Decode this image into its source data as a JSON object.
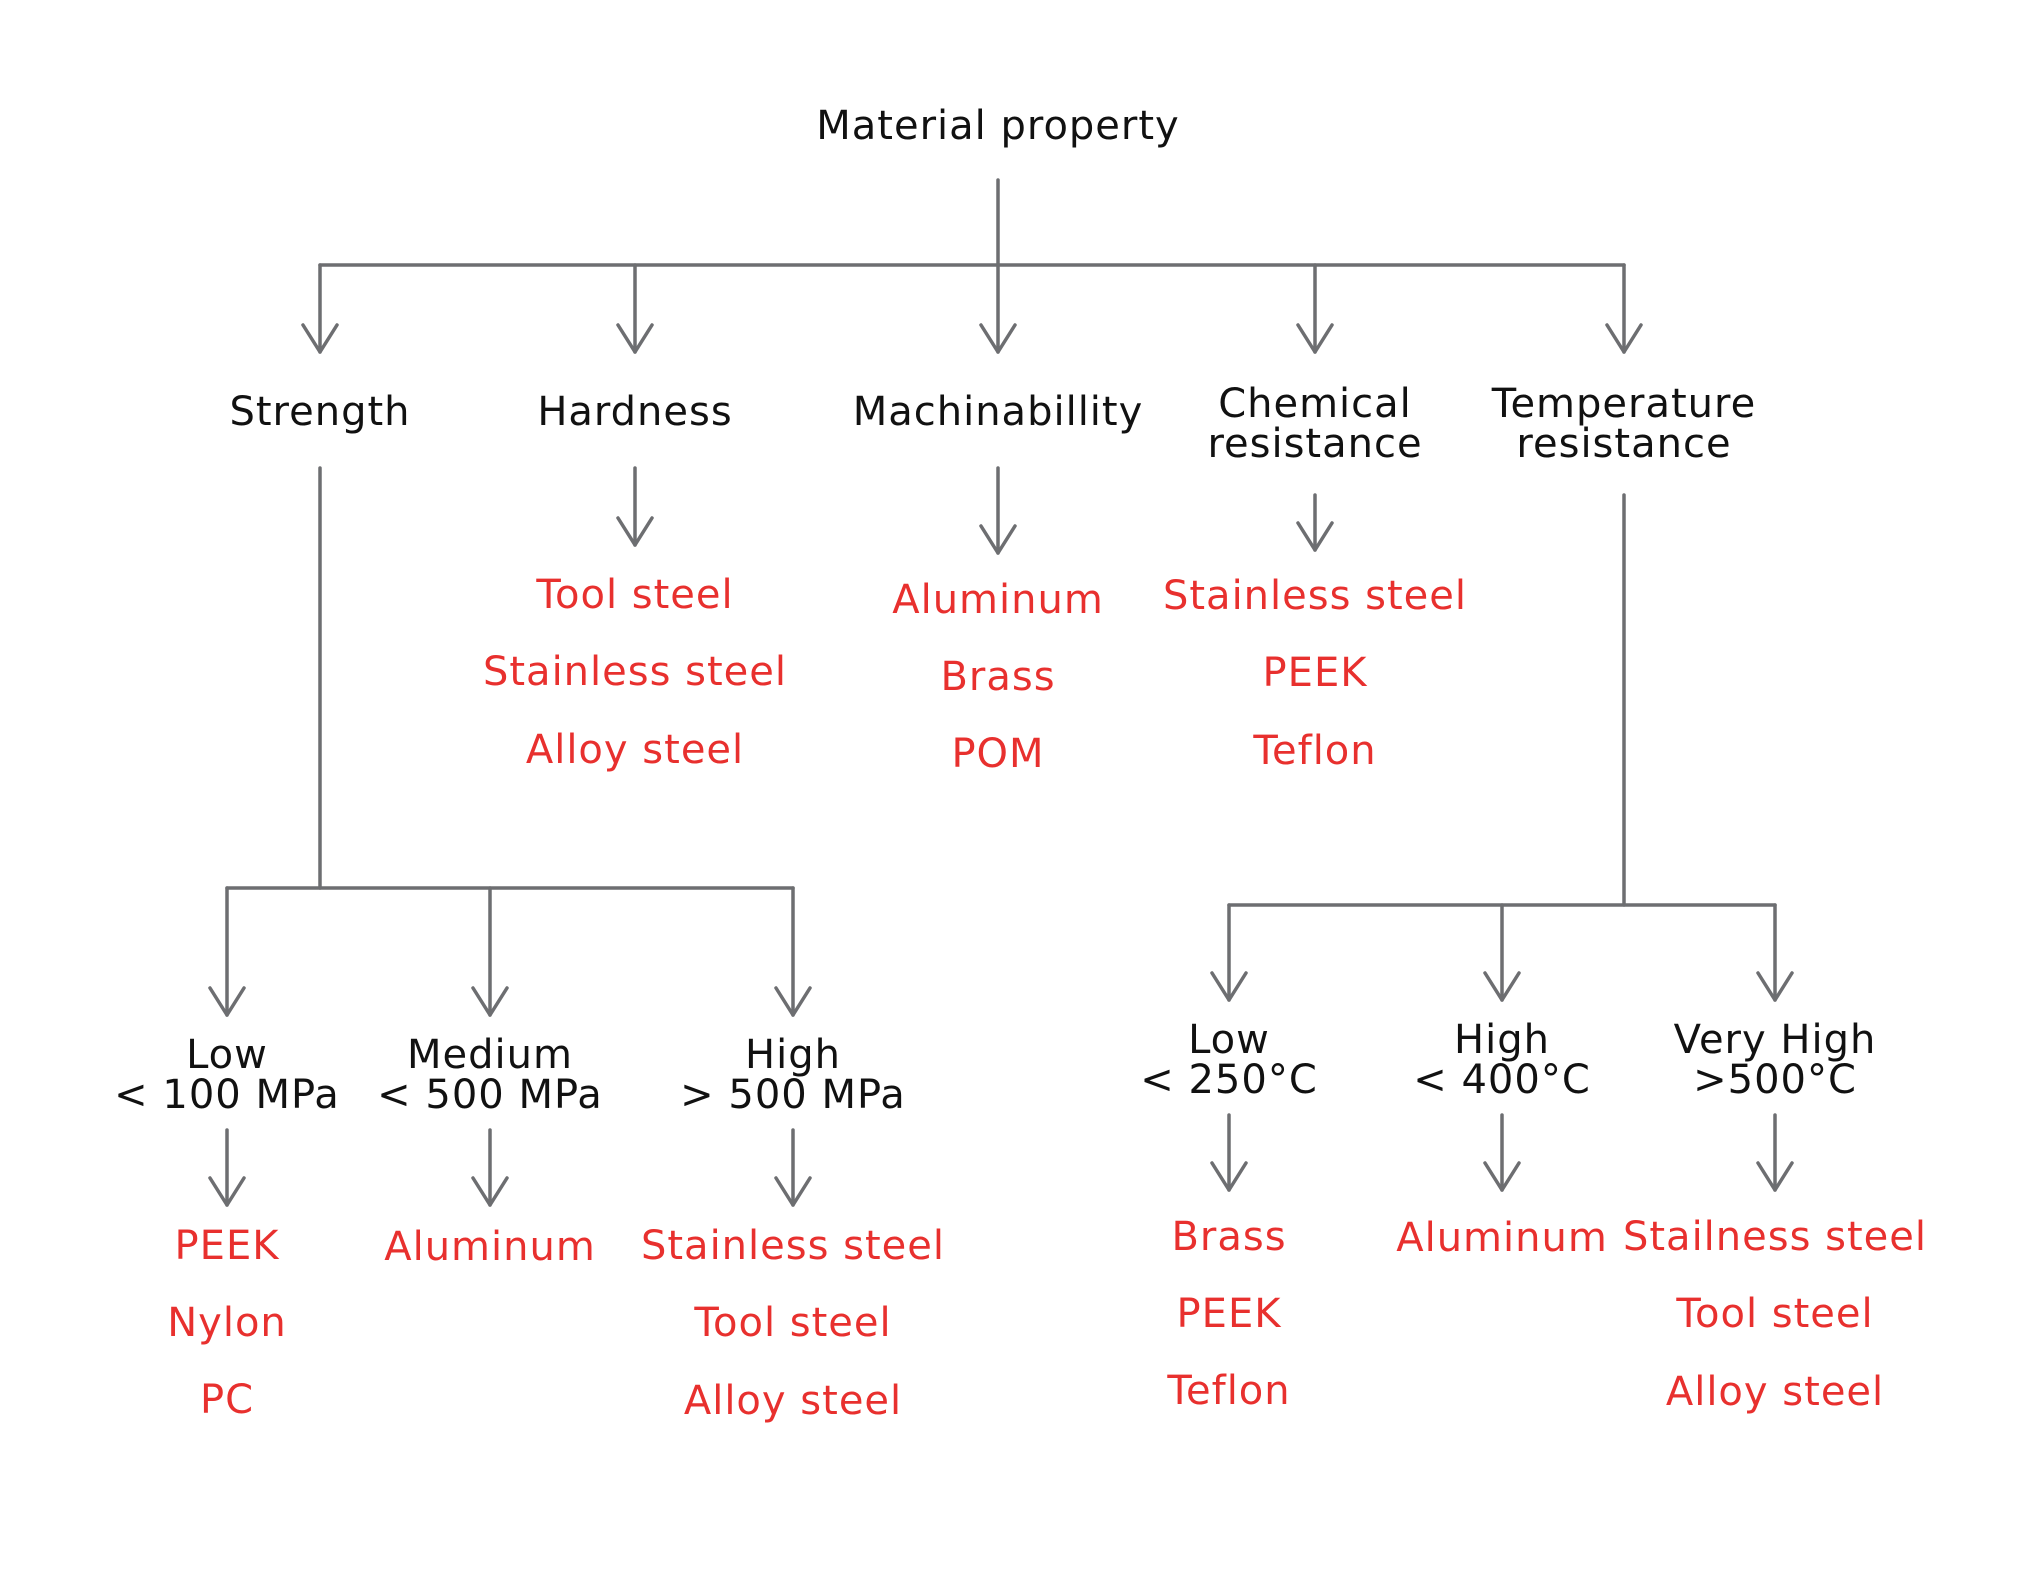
{
  "root": "Material property",
  "categories": {
    "strength": "Strength",
    "hardness": "Hardness",
    "machinability": "Machinabillity",
    "chemical": [
      "Chemical",
      "resistance"
    ],
    "temperature": [
      "Temperature",
      "resistance"
    ]
  },
  "hardness_materials": [
    "Tool steel",
    "Stainless steel",
    "Alloy steel"
  ],
  "machinability_materials": [
    "Aluminum",
    "Brass",
    "POM"
  ],
  "chemical_materials": [
    "Stainless steel",
    "PEEK",
    "Teflon"
  ],
  "strength_levels": {
    "low": [
      "Low",
      "< 100 MPa"
    ],
    "medium": [
      "Medium",
      "< 500 MPa"
    ],
    "high": [
      "High",
      "> 500 MPa"
    ]
  },
  "strength_low_materials": [
    "PEEK",
    "Nylon",
    "PC"
  ],
  "strength_medium_materials": [
    "Aluminum"
  ],
  "strength_high_materials": [
    "Stainless steel",
    "Tool steel",
    "Alloy steel"
  ],
  "temperature_levels": {
    "low": [
      "Low",
      "< 250°C"
    ],
    "high": [
      "High",
      "< 400°C"
    ],
    "very_high": [
      "Very High",
      ">500°C"
    ]
  },
  "temp_low_materials": [
    "Brass",
    "PEEK",
    "Teflon"
  ],
  "temp_high_materials": [
    "Aluminum"
  ],
  "temp_very_high_materials": [
    "Stailness steel",
    "Tool steel",
    "Alloy steel"
  ],
  "colors": {
    "line": "#6d6e71",
    "text": "#111111",
    "material": "#e8302e"
  }
}
